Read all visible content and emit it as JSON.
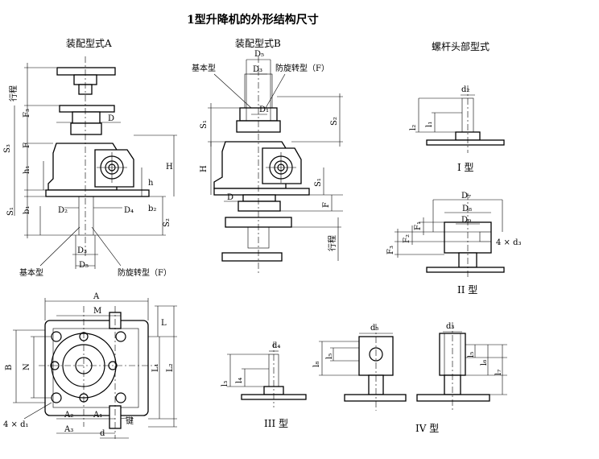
{
  "main_title": "1型升降机的外形结构尺寸",
  "views": {
    "a": {
      "title": "装配型式A",
      "dims": {
        "stroke": "行程",
        "s3": "S₃",
        "f3": "F₃",
        "d": "D",
        "f": "F",
        "h1": "h₁",
        "s1": "S₁",
        "b1": "b₁",
        "h": "H",
        "hsmall": "h",
        "b2": "b₂",
        "s2": "S₂",
        "d2": "D₂",
        "d4": "D₄",
        "d3": "D₃",
        "d5": "D₅"
      },
      "callouts": {
        "basic": "基本型",
        "antirot": "防旋转型（F）"
      }
    },
    "b": {
      "title": "装配型式B",
      "dims": {
        "d5": "D₅",
        "d3": "D₃",
        "d1": "D₁",
        "s1a": "S₁",
        "s2": "S₂",
        "h": "H",
        "s1b": "S₁",
        "f": "F",
        "d": "D",
        "stroke": "行程"
      },
      "callouts": {
        "basic": "基本型",
        "antirot": "防旋转型（F）"
      }
    },
    "screw": {
      "title": "螺杆头部型式"
    },
    "type1": {
      "caption": "I 型",
      "dims": {
        "d2": "d₂",
        "l2": "l₂",
        "l1": "l₁"
      }
    },
    "type2": {
      "caption": "II 型",
      "dims": {
        "d7": "D₇",
        "d8": "D₈",
        "d9": "D₉",
        "f1": "F₁",
        "f2": "F₂",
        "f3": "F₃",
        "holes": "4 × d₃"
      }
    },
    "type3": {
      "caption": "III 型",
      "dims": {
        "d4": "d₄",
        "l3": "l₃",
        "l4": "l₄"
      }
    },
    "type4": {
      "caption": "IV 型",
      "dims": {
        "d5": "d₅",
        "l5": "l₅",
        "l8": "l₈"
      }
    },
    "type5": {
      "dims": {
        "d3": "d₃",
        "l5": "l₅",
        "l6": "l₆",
        "l7": "l₇"
      }
    },
    "plan": {
      "dims": {
        "a": "A",
        "m": "M",
        "l": "L",
        "b": "B",
        "n": "N",
        "l1": "L₁",
        "l2": "L₂",
        "a2": "A₂",
        "a1": "A₁",
        "a3": "A₃",
        "d": "d",
        "holes": "4 × d₁"
      },
      "callouts": {
        "key": "键"
      }
    }
  }
}
